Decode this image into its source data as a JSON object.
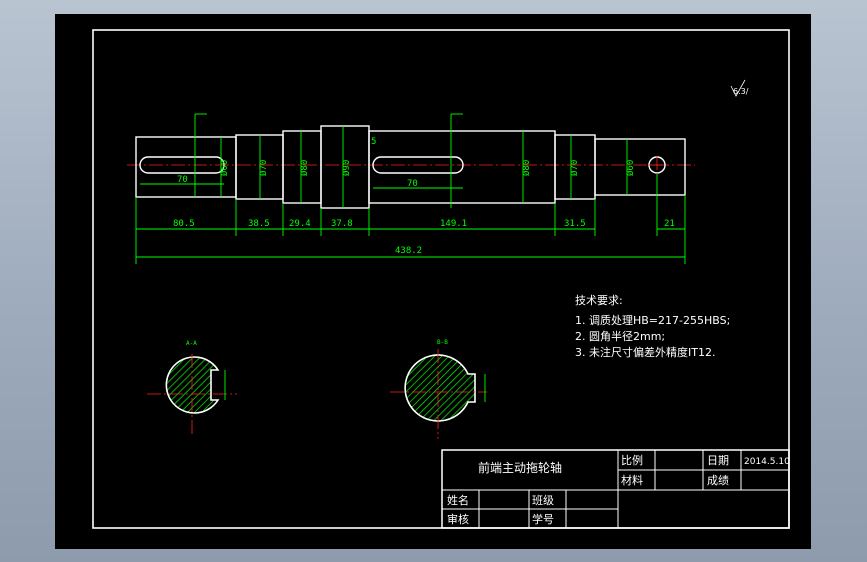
{
  "drawing": {
    "dims": {
      "d_key_left": "Ø60",
      "d_left2": "Ø70",
      "d_left3": "Ø80",
      "d_center": "Ø90",
      "d_right1": "Ø80",
      "d_right2": "Ø70",
      "d_right3": "Ø60",
      "key_len_left": "70",
      "key_len_mid": "70",
      "key_depth": "5",
      "len_1": "80.5",
      "len_2": "38.5",
      "len_3": "29.4",
      "len_4": "37.8",
      "len_5": "149.1",
      "len_6": "31.5",
      "len_7": "21",
      "total_len": "438.2"
    },
    "roughness": "6.3/",
    "section_labels": [
      "A-A",
      "B-B"
    ],
    "tech_requirements": {
      "title": "技术要求:",
      "items": [
        "1. 调质处理HB=217-255HBS;",
        "2. 圆角半径2mm;",
        "3. 未注尺寸偏差外精度IT12."
      ]
    }
  },
  "title_block": {
    "part_name": "前端主动拖轮轴",
    "scale_label": "比例",
    "date_label": "日期",
    "date_value": "2014.5.10",
    "material_label": "材料",
    "grade_label": "成绩",
    "name_label": "姓名",
    "class_label": "班级",
    "reviewer_label": "审核",
    "student_id_label": "学号"
  },
  "colors": {
    "background": "#000000",
    "outline": "#ffffff",
    "dimension": "#00ff00",
    "centerline": "#ff2020",
    "window_frame": "#9eabbc"
  }
}
